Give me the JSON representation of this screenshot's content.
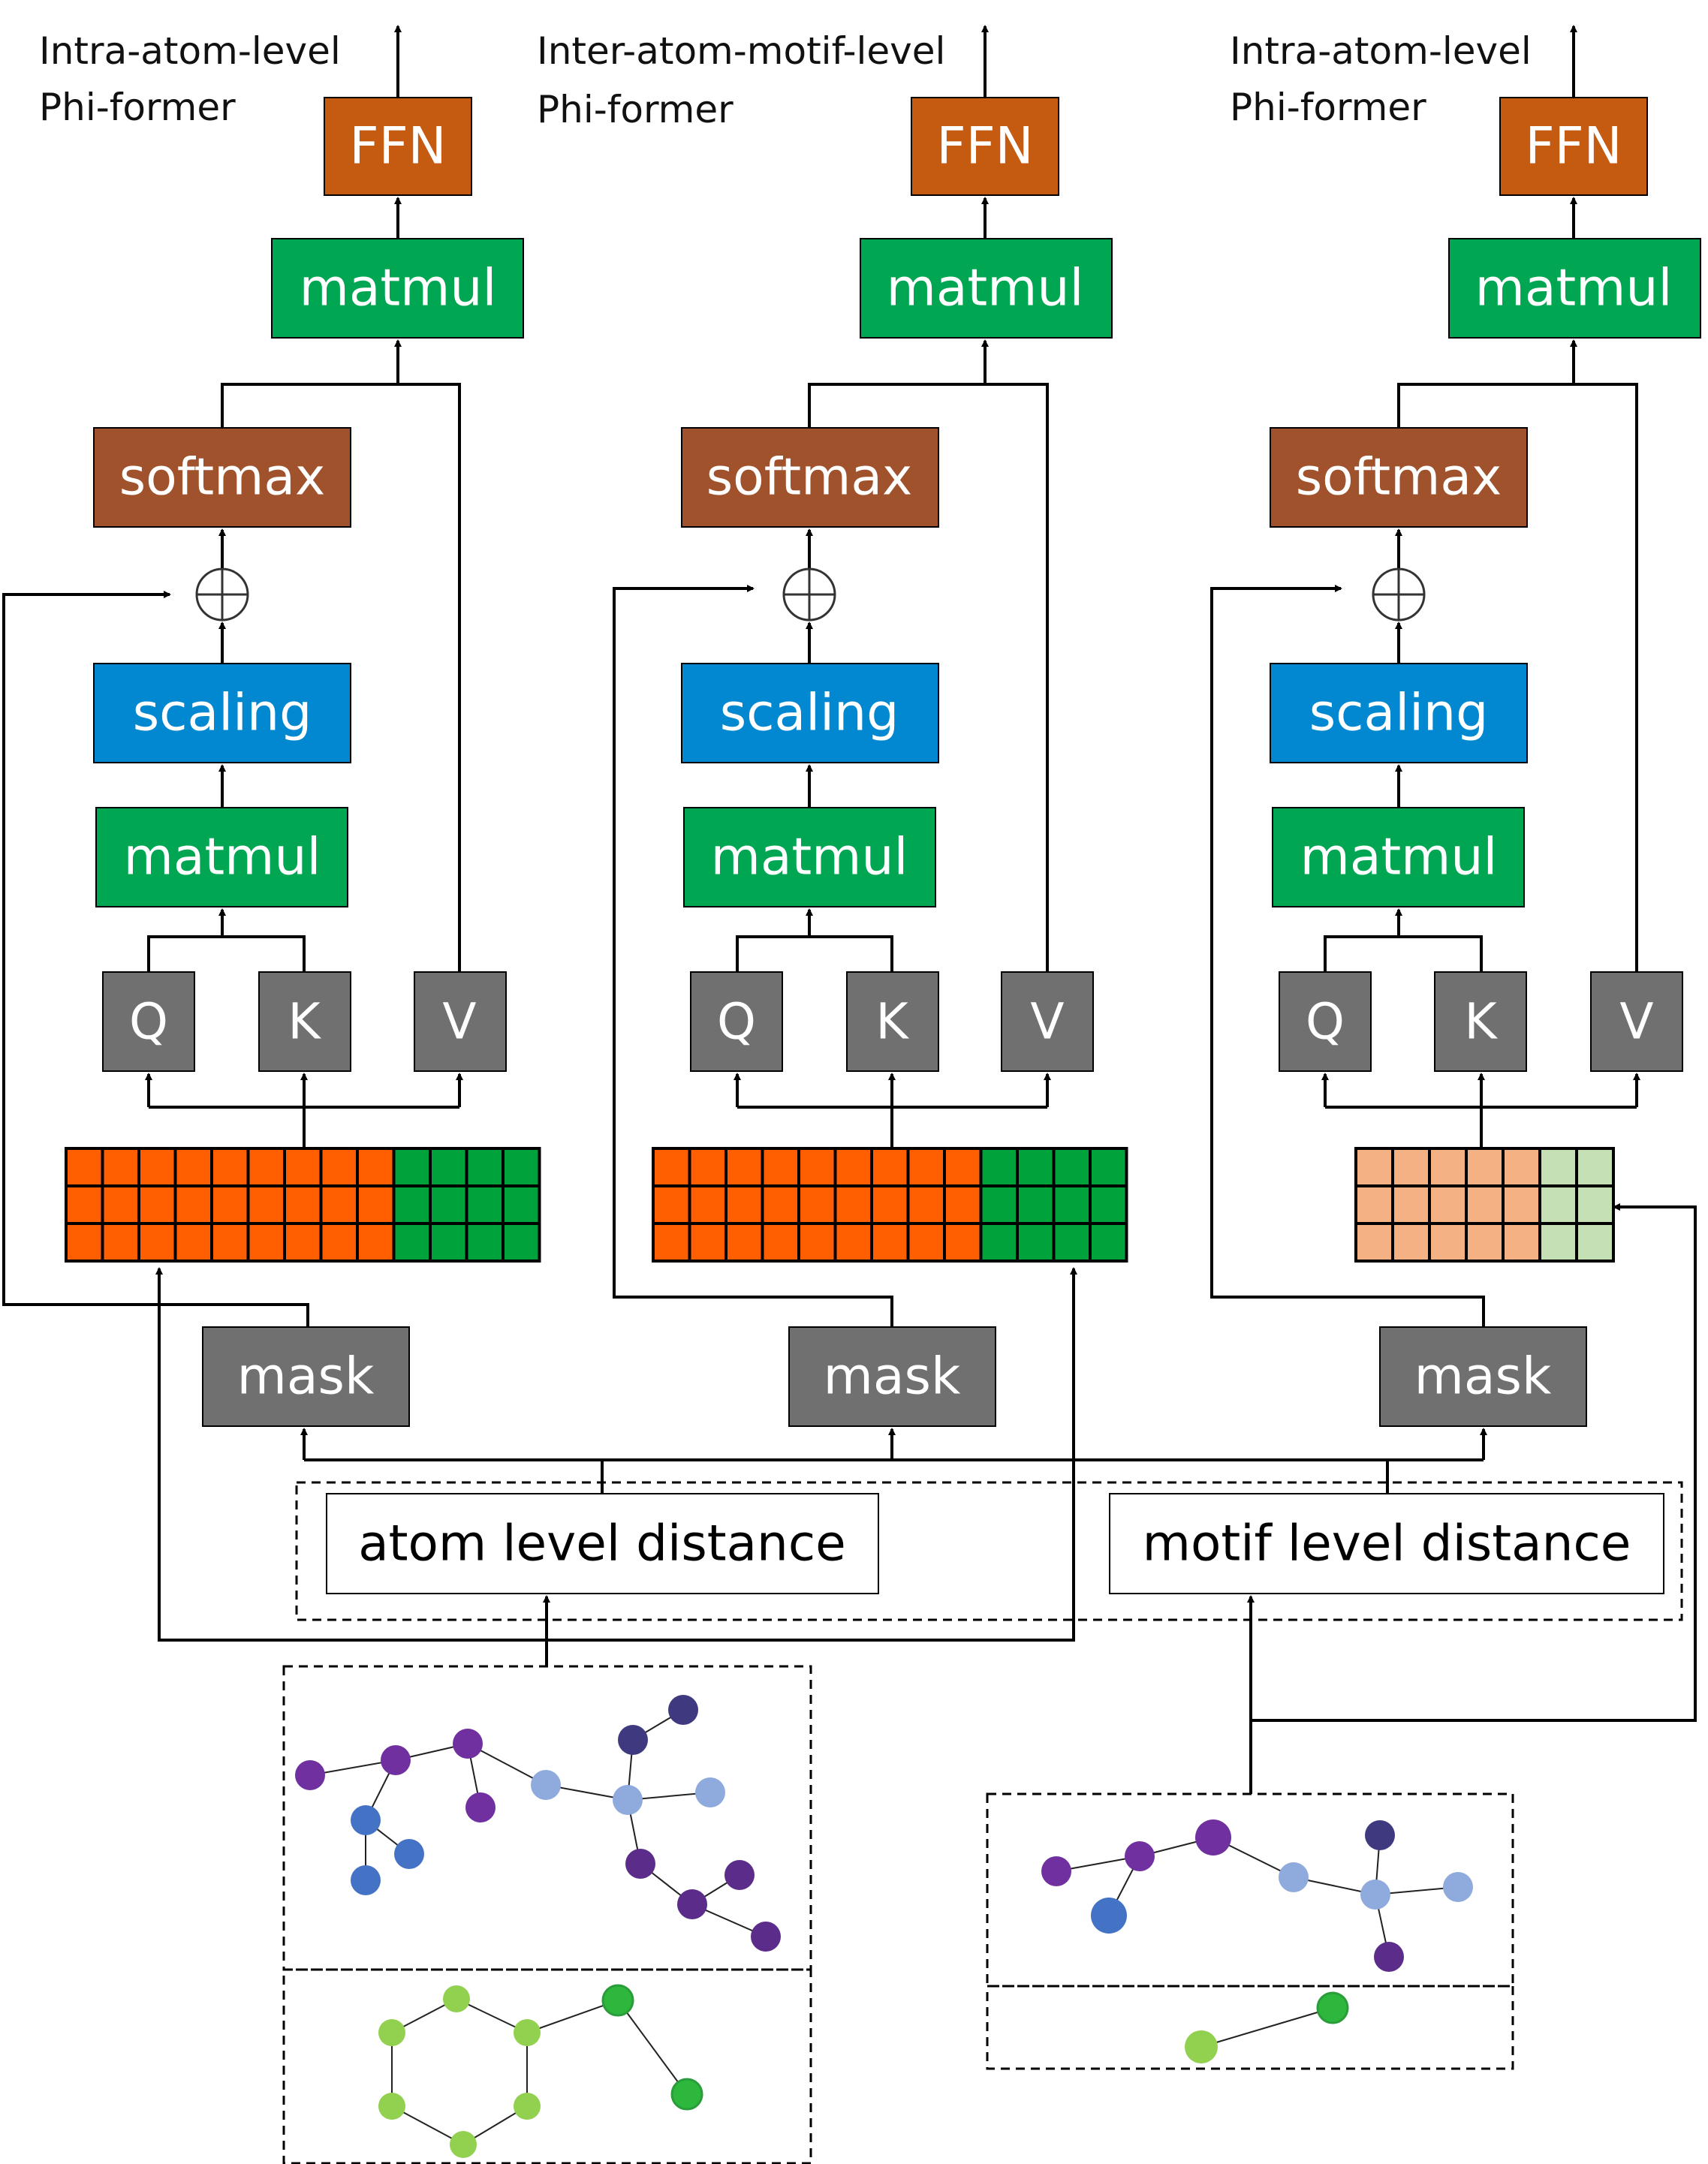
{
  "columns": [
    {
      "id": "left",
      "title_line1": "Intra-atom-level",
      "title_line2": "Phi-former",
      "ffn": "FFN",
      "matmul_top": "matmul",
      "softmax": "softmax",
      "plus_symbol": "⊕",
      "scaling": "scaling",
      "matmul_bottom": "matmul",
      "q": "Q",
      "k": "K",
      "v": "V",
      "mask": "mask"
    },
    {
      "id": "middle",
      "title_line1": "Inter-atom-motif-level",
      "title_line2": "Phi-former",
      "ffn": "FFN",
      "matmul_top": "matmul",
      "softmax": "softmax",
      "plus_symbol": "⊕",
      "scaling": "scaling",
      "matmul_bottom": "matmul",
      "q": "Q",
      "k": "K",
      "v": "V",
      "mask": "mask"
    },
    {
      "id": "right",
      "title_line1": "Intra-atom-level",
      "title_line2": "Phi-former",
      "ffn": "FFN",
      "matmul_top": "matmul",
      "softmax": "softmax",
      "plus_symbol": "⊕",
      "scaling": "scaling",
      "matmul_bottom": "matmul",
      "q": "Q",
      "k": "K",
      "v": "V",
      "mask": "mask"
    }
  ],
  "distances": {
    "atom": "atom level distance",
    "motif": "motif level distance"
  },
  "colors": {
    "ffn": "#c55a11",
    "matmul": "#00a651",
    "softmax": "#a0522d",
    "scaling": "#0288d1",
    "qkv": "#707070",
    "mask": "#707070",
    "token_orange": "#ff5f00",
    "token_green": "#00a23c",
    "token_orange_light": "#f4b183",
    "token_green_light": "#c5e0b4"
  }
}
